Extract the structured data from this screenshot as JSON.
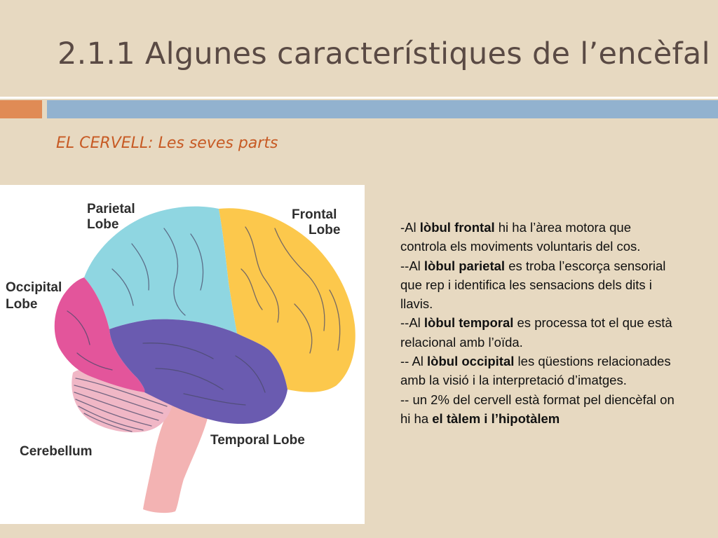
{
  "slide": {
    "title": "2.1.1 Algunes característiques de l’encèfal",
    "subtitle": "EL CERVELL: Les seves parts"
  },
  "diagram": {
    "labels": {
      "parietal_line1": "Parietal",
      "parietal_line2": "Lobe",
      "frontal_line1": "Frontal",
      "frontal_line2": "Lobe",
      "occipital_line1": "Occipital",
      "occipital_line2": "Lobe",
      "temporal": "Temporal Lobe",
      "cerebellum": "Cerebellum"
    },
    "colors": {
      "frontal": "#fcc84c",
      "parietal": "#8fd6e1",
      "occipital": "#e3559b",
      "temporal": "#6a5bb0",
      "cerebellum": "#f0b7c6",
      "brainstem": "#f3b3b3"
    }
  },
  "description": {
    "p1": {
      "pre": "-Al ",
      "bold": "lòbul frontal",
      "post": " hi ha l’àrea motora que controla els moviments voluntaris del cos."
    },
    "p2": {
      "pre": "--Al ",
      "bold": "lòbul parietal",
      "post": " es troba l’escorça sensorial que rep i identifica les sensacions dels dits i llavis."
    },
    "p3": {
      "pre": "--Al ",
      "bold": "lòbul temporal",
      "post": " es processa tot el que està relacional amb l’oïda."
    },
    "p4": {
      "pre": "-- Al ",
      "bold": "lòbul occipital",
      "post": " les qüestions relacionades amb la visió i la interpretació d’imatges."
    },
    "p5": {
      "pre": "-- un 2% del cervell està format pel diencèfal on hi ha ",
      "bold": "el tàlem i l’hipotàlem",
      "post": ""
    }
  }
}
